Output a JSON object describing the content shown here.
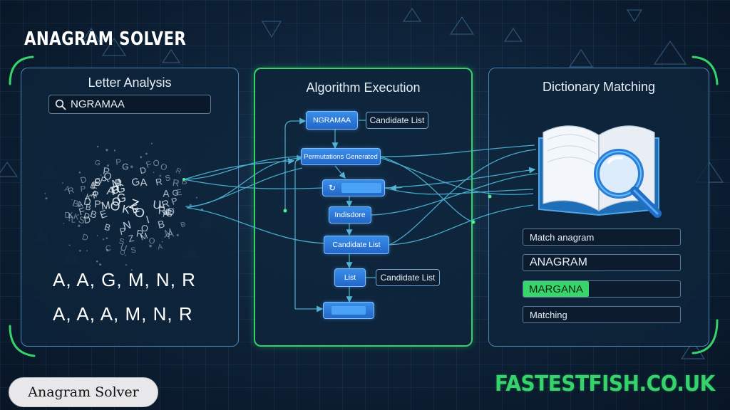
{
  "header": {
    "title": "ANAGRAM SOLVER"
  },
  "panels": {
    "left": {
      "title": "Letter Analysis",
      "search_value": "NGRAMAA",
      "letter_cloud": [
        "A",
        "D",
        "E",
        "G",
        "P",
        "O",
        "B",
        "D",
        "A",
        "A",
        "B",
        "S",
        "B",
        "I",
        "D",
        "A",
        "L",
        "N",
        "U",
        "B",
        "G",
        "R",
        "O",
        "B",
        "K",
        "A",
        "U",
        "G",
        "E",
        "R",
        "O",
        "A",
        "G",
        "R",
        "B",
        "K",
        "P",
        "D",
        "O",
        "B",
        "K",
        "P",
        "D",
        "B",
        "A",
        "O",
        "Q",
        "D",
        "G",
        "M",
        "M",
        "G",
        "O",
        "C",
        "A",
        "S",
        "P",
        "K",
        "F",
        "E",
        "M",
        "P",
        "G",
        "R",
        "D",
        "A",
        "P",
        "R",
        "S",
        "E",
        "P",
        "O",
        "C",
        "D",
        "A",
        "R",
        "P",
        "F",
        "M",
        "Z",
        "D",
        "P",
        "O",
        "S",
        "Z",
        "O",
        "R",
        "P",
        "A",
        "L",
        "R"
      ],
      "letters_row_1": "A,  A,  G,  M,  N,  R",
      "letters_row_2": "A,  A,  A,  M,  N,  R"
    },
    "middle": {
      "title": "Algorithm Execution",
      "nodes": {
        "input": "NGRAMAA",
        "permutations": "Permutations Generated",
        "step": "",
        "indexing": "Indisdore",
        "candidate": "Candidate List",
        "list": "List",
        "output": ""
      },
      "side_labels": {
        "top": "Candidate List",
        "bottom": "Candidate List"
      }
    },
    "right": {
      "title": "Dictionary Matching",
      "fields": {
        "match": "Match anagram",
        "anagram": "ANAGRAM",
        "margana": "MARGANA",
        "matching": "Matching"
      }
    }
  },
  "footer": {
    "badge": "Anagram Solver",
    "brand": "FASTESTFISH.CO.UK"
  },
  "colors": {
    "background": "#0d2035",
    "accent_green": "#35d36a",
    "node_blue": "#2f7fe0",
    "panel_border": "#4a86b5",
    "connector": "#4fb7d8"
  },
  "icons": [
    "search-icon",
    "refresh-icon",
    "book-icon",
    "magnifier-icon"
  ]
}
